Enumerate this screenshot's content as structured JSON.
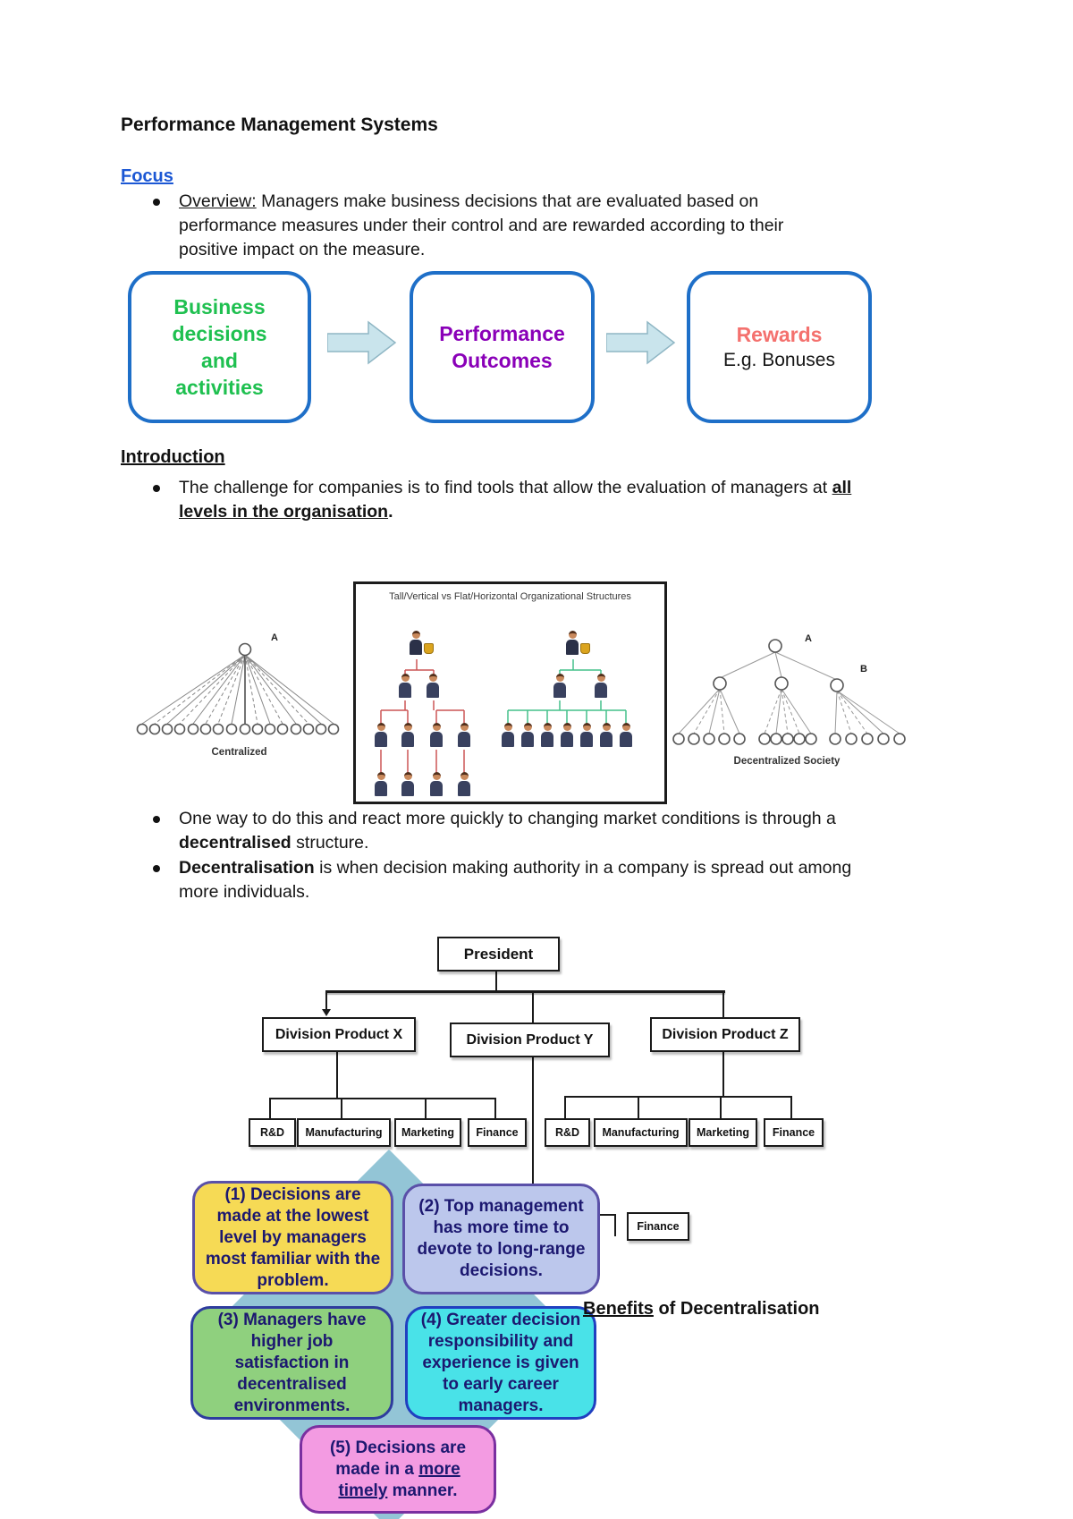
{
  "doc": {
    "title": "Performance Management Systems",
    "focus_heading": "Focus",
    "overview": {
      "label": "Overview:",
      "body": " Managers make business decisions that are evaluated based on performance measures under their control and are rewarded according to their positive impact on the measure."
    },
    "flow": {
      "step1": "Business\ndecisions\nand\nactivities",
      "step2": "Performance\nOutcomes",
      "step3_title": "Rewards",
      "step3_sub": "E.g. Bonuses"
    },
    "introduction_heading": "Introduction",
    "challenge": {
      "lead": "The challenge for companies is to find tools that allow the evaluation of managers at ",
      "emphasis": "all levels in the organisation",
      "tail": "."
    },
    "figure": {
      "left_caption": "Centralized",
      "left_label_a": "A",
      "middle_title": "Tall/Vertical vs Flat/Horizontal Organizational Structures",
      "right_caption": "Decentralized Society",
      "right_label_a": "A",
      "right_label_b": "B"
    },
    "one_way": {
      "lead": "One way to do this and react more quickly to changing market conditions is through a ",
      "emphasis": "decentralised",
      "tail": " structure."
    },
    "definition": {
      "emphasis": "Decentralisation",
      "tail": " is when decision making authority in a company is spread out among more individuals."
    },
    "org": {
      "president": "President",
      "division_x": "Division Product X",
      "division_y": "Division Product Y",
      "division_z": "Division Product Z",
      "rd": "R&D",
      "manufacturing": "Manufacturing",
      "marketing": "Marketing",
      "finance": "Finance"
    },
    "benefits": {
      "b1": "(1) Decisions are made at the lowest level by managers most familiar with the problem.",
      "b2": "(2) Top management has more time to devote to long-range decisions.",
      "b3": "(3) Managers have higher job satisfaction in decentralised environments.",
      "b4": "(4) Greater decision responsibility and experience is given to early career managers.",
      "b5": {
        "lead": "(5) Decisions are made in a ",
        "u1": "more",
        "mid": " ",
        "u2": "timely",
        "tail": " manner."
      },
      "heading": {
        "underlined": "Benefits",
        "rest": " of Decentralisation"
      }
    },
    "colors": {
      "focus_blue": "#1b57d4",
      "flow_border_blue": "#1e6fc8",
      "flow_green": "#1fc050",
      "flow_purple": "#8a00b8",
      "flow_salmon": "#f4716e",
      "arrow_fill": "#c9e4ec",
      "diamond_teal": "#93c5d6",
      "benefit_text_navy": "#1c1870",
      "benefit_yellow": "#f6da55",
      "benefit_periwinkle": "#bcc7ec",
      "benefit_green": "#8fd07e",
      "benefit_cyan": "#49e2e8",
      "benefit_pink": "#f39be2"
    }
  }
}
